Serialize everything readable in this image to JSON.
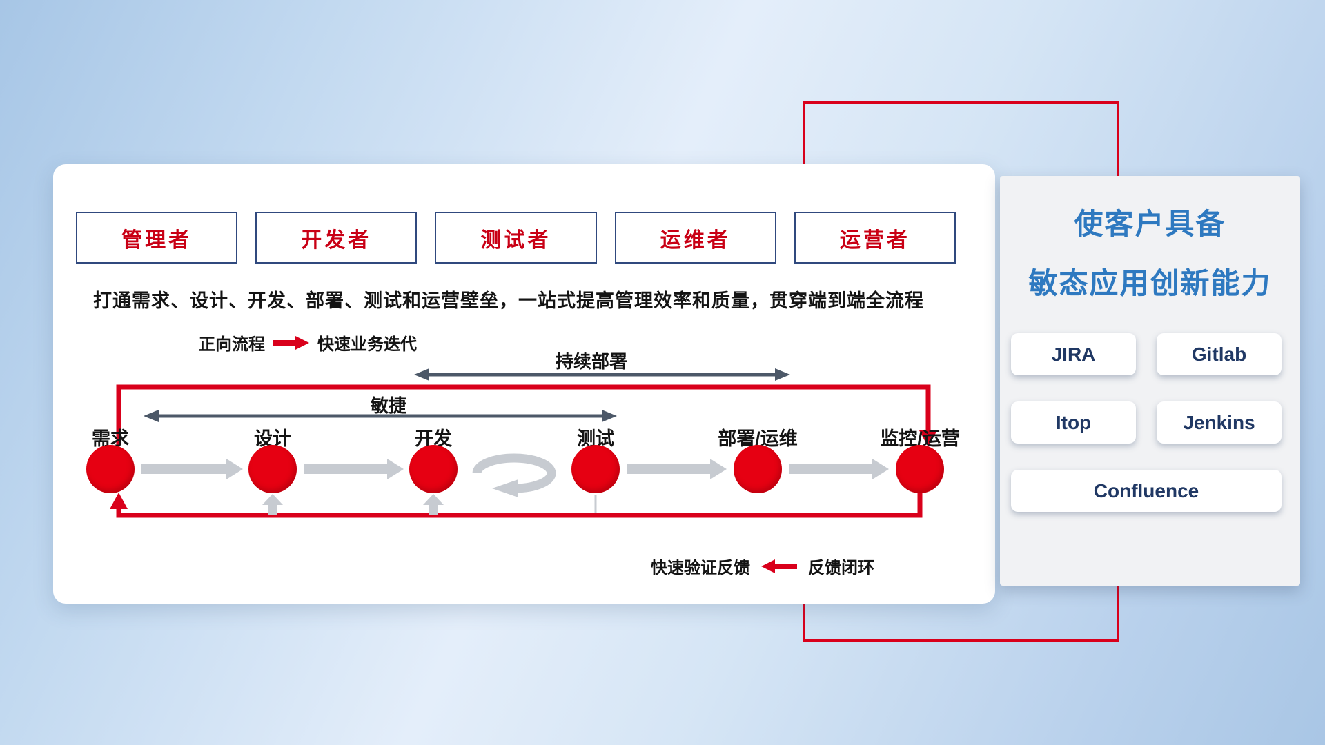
{
  "slide": {
    "roles": [
      "管理者",
      "开发者",
      "测试者",
      "运维者",
      "运营者"
    ],
    "subtitle": "打通需求、设计、开发、部署、测试和运营壁垒，一站式提高管理效率和质量，贯穿端到端全流程",
    "legend_forward": {
      "label": "正向流程",
      "value": "快速业务迭代"
    },
    "legend_feedback": {
      "value": "快速验证反馈",
      "label": "反馈闭环"
    },
    "flow": {
      "stages": [
        "需求",
        "设计",
        "开发",
        "测试",
        "部署/运维",
        "监控/运营"
      ],
      "agile_label": "敏捷",
      "continuous_deploy_label": "持续部署"
    }
  },
  "right_panel": {
    "title_line1": "使客户具备",
    "title_line2": "敏态应用创新能力",
    "tools": [
      "JIRA",
      "Gitlab",
      "Itop",
      "Jenkins",
      "Confluence"
    ]
  },
  "colors": {
    "accent_red": "#d9001b",
    "node_red": "#e60012",
    "title_blue": "#2e79c0",
    "tool_text_navy": "#203864",
    "role_text_red": "#c90015",
    "role_border_navy": "#30497e",
    "dark_arrow": "#4c5868",
    "gray_arrow": "#c7cbd1"
  }
}
